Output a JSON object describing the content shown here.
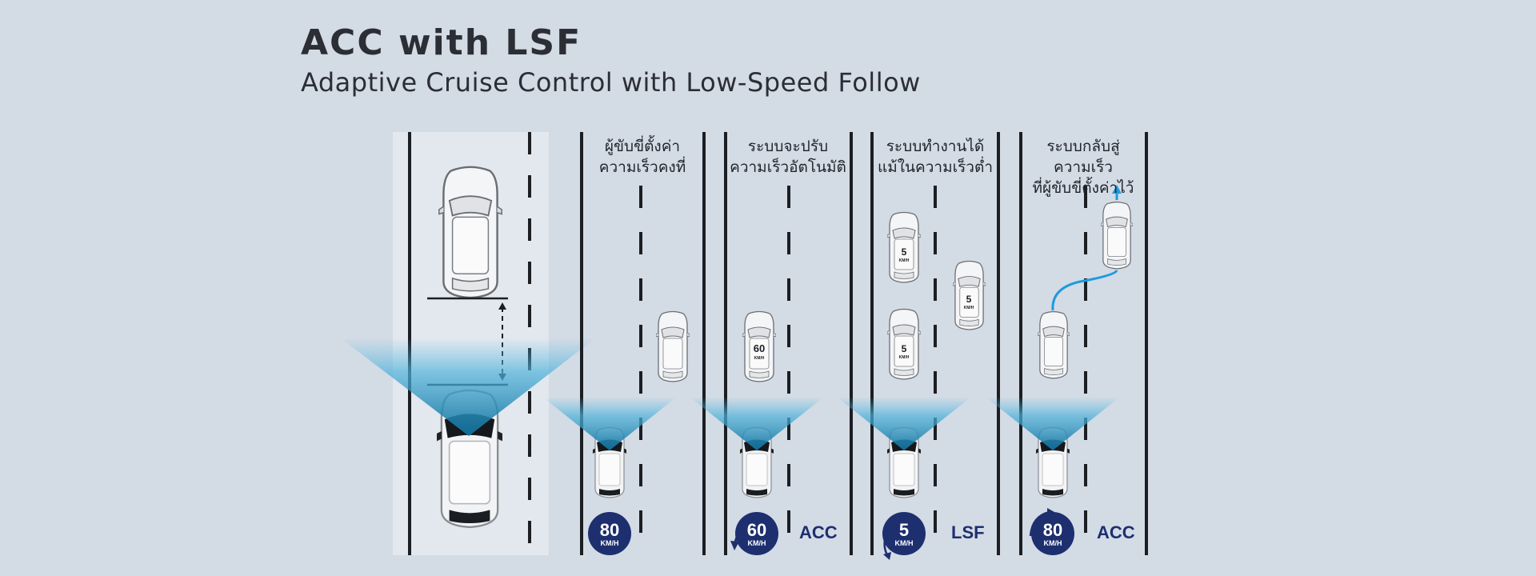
{
  "header": {
    "title": "ACC with LSF",
    "subtitle": "Adaptive Cruise Control with Low-Speed Follow"
  },
  "steps": [
    {
      "caption_line1": "ผู้ขับขี่ตั้งค่า",
      "caption_line2": "ความเร็วคงที่",
      "speed": "80",
      "unit": "KM/H",
      "mode": ""
    },
    {
      "caption_line1": "ระบบจะปรับ",
      "caption_line2": "ความเร็วอัตโนมัติ",
      "speed": "60",
      "unit": "KM/H",
      "mode": "ACC",
      "lead_car_speed": "60",
      "lead_car_unit": "KM/H"
    },
    {
      "caption_line1": "ระบบทำงานได้",
      "caption_line2": "แม้ในความเร็วต่ำ",
      "speed": "5",
      "unit": "KM/H",
      "mode": "LSF",
      "lead_car_speed": "5",
      "lead_car_unit": "KM/H"
    },
    {
      "caption_line1": "ระบบกลับสู่ความเร็ว",
      "caption_line2": "ที่ผู้ขับขี่ตั้งค่าไว้",
      "speed": "80",
      "unit": "KM/H",
      "mode": "ACC"
    }
  ],
  "colors": {
    "background": "#d3dbe5",
    "panel": "#e3e8ef",
    "badge": "#1d2f6f",
    "radar": "#2aa0d4",
    "path": "#1e9be0"
  }
}
